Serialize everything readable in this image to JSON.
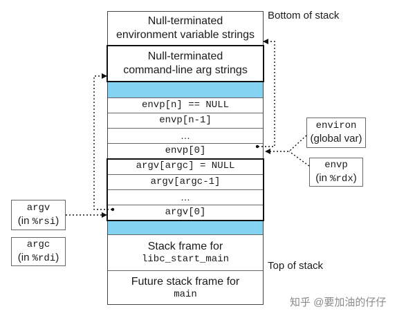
{
  "stack": {
    "env_strings": {
      "line1": "Null-terminated",
      "line2": "environment variable strings"
    },
    "arg_strings": {
      "line1": "Null-terminated",
      "line2": "command-line arg strings"
    },
    "envp_n": "envp[n] == NULL",
    "envp_n1": "envp[n-1]",
    "envp_ellipsis": "…",
    "envp_0": "envp[0]",
    "argv_argc": "argv[argc] = NULL",
    "argv_argc1": "argv[argc-1]",
    "argv_ellipsis": "…",
    "argv_0": "argv[0]",
    "libc_frame": {
      "line1": "Stack frame for",
      "line2": "libc_start_main"
    },
    "future_frame": {
      "line1": "Future stack frame for",
      "line2": "main"
    }
  },
  "labels": {
    "bottom": "Bottom of stack",
    "top": "Top of stack"
  },
  "pointers": {
    "environ": {
      "name": "environ",
      "note": "(global var)"
    },
    "envp": {
      "name": "envp",
      "prefix": "(in ",
      "reg": "%rdx",
      "suffix": ")"
    },
    "argv": {
      "name": "argv",
      "prefix": "(in ",
      "reg": "%rsi",
      "suffix": ")"
    },
    "argc": {
      "name": "argc",
      "prefix": "(in ",
      "reg": "%rdi",
      "suffix": ")"
    }
  },
  "colors": {
    "band": "#84d3f2",
    "line": "#111111"
  },
  "watermark": "知乎 @要加油的仔仔"
}
